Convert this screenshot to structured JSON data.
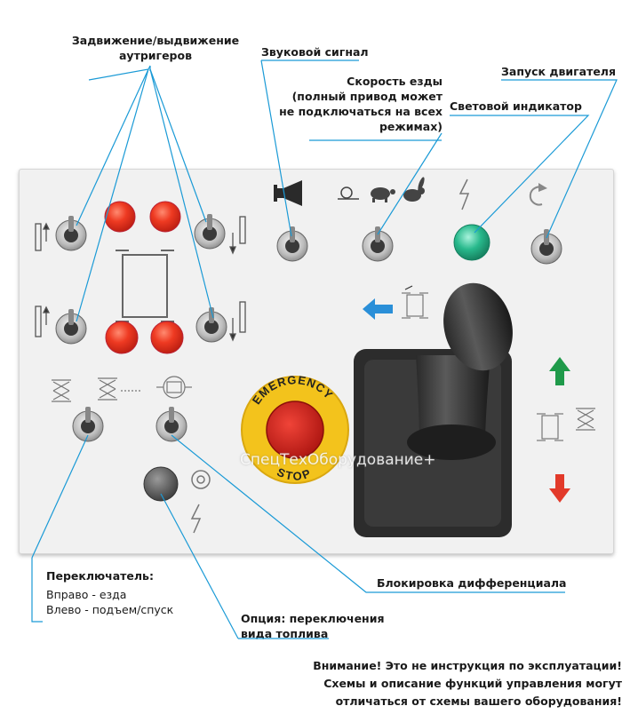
{
  "labels": {
    "outriggers": [
      "Задвижение/выдвижение",
      "аутригеров"
    ],
    "horn": "Звуковой сигнал",
    "speed": [
      "Скорость езды",
      "(полный привод может",
      "не подключаться на всех",
      "режимах)"
    ],
    "engine_start": "Запуск двигателя",
    "indicator": "Световой индикатор",
    "switch_title": "Переключатель:",
    "switch_right": "Вправо - езда",
    "switch_left": "Влево - подъем/спуск",
    "diff_lock": "Блокировка дифференциала",
    "fuel_option": [
      "Опция: переключения",
      "вида топлива"
    ],
    "warning": [
      "Внимание! Это не инструкция по эксплуатации!",
      "Схемы и описание функций управления могут",
      "отличаться от схемы вашего оборудования!"
    ]
  },
  "panel": {
    "emergency_top": "EMERGENCY",
    "emergency_bottom": "STOP",
    "watermark": "СпецТехОборудование+"
  },
  "colors": {
    "leader_line": "#1a9ad6",
    "warning_lamp": "#e8321e",
    "indicator_lamp": "#22b48a",
    "arrow_left": "#2a8fd8",
    "arrow_up": "#1f9a4a",
    "arrow_down": "#e23a2a",
    "estop_ring": "#f3c31c",
    "estop_button": "#d81f1f"
  },
  "icons": [
    "horn-icon",
    "snail-icon",
    "turtle-icon",
    "rabbit-icon",
    "lightning-icon",
    "rotate-icon",
    "outrigger-up-icon",
    "outrigger-down-icon",
    "chassis-diagram-icon",
    "scissor-lift-icon",
    "diff-lock-icon",
    "fuel-switch-icon",
    "steering-icon"
  ]
}
